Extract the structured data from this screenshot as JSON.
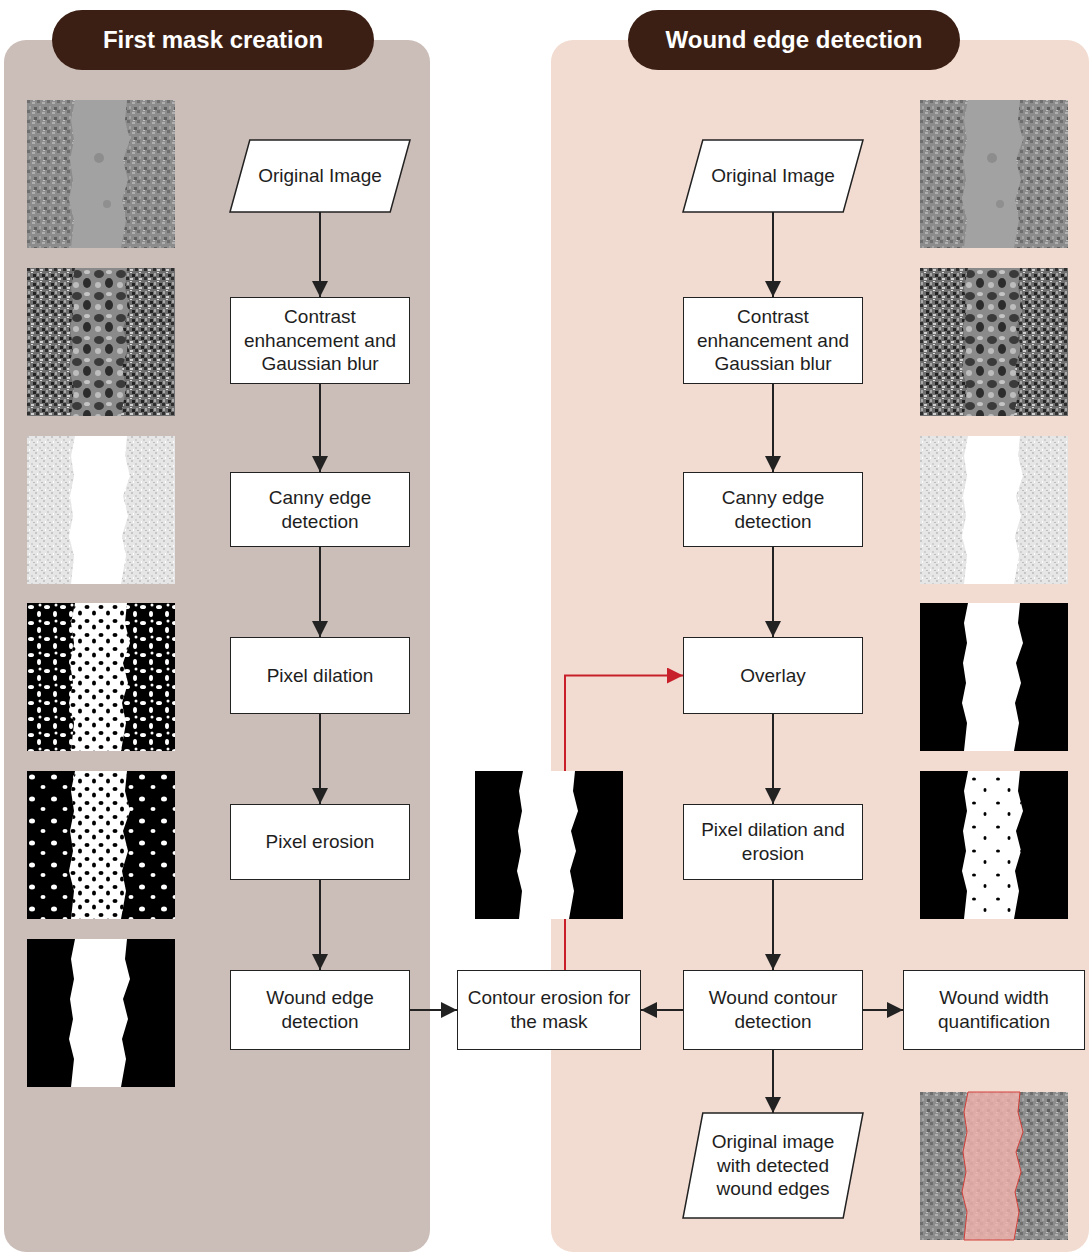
{
  "diagram": {
    "nodes": [
      {
        "text": [
          "First mask creation"
        ]
      },
      {
        "text": [
          "Original Image"
        ],
        "in": 0
      },
      {
        "text": [
          "Contrast enhancement and Gaussian blur"
        ],
        "in": 0
      },
      {
        "text": [
          "Canny edge detection"
        ],
        "in": 0
      },
      {
        "text": [
          "Pixel dilation"
        ],
        "in": 0
      },
      {
        "text": [
          "Pixel erosion"
        ],
        "in": 0
      },
      {
        "text": [
          "Wound edge detection"
        ],
        "in": 0
      },
      {
        "text": [
          "Wound edge detection"
        ]
      },
      {
        "text": [
          "Original Image"
        ],
        "in": 7
      },
      {
        "text": [
          "Contrast enhancement and Gaussian blur"
        ],
        "in": 7
      },
      {
        "text": [
          "Canny edge detection"
        ],
        "in": 7
      },
      {
        "text": [
          "Overlay"
        ],
        "in": 7
      },
      {
        "text": [
          "Pixel dilation and erosion"
        ],
        "in": 7
      },
      {
        "text": [
          "Contour erosion for the mask"
        ]
      },
      {
        "text": [
          "Wound contour detection"
        ],
        "in": 7
      },
      {
        "text": [
          "Wound width quantification"
        ],
        "in": 7
      },
      {
        "text": [
          "Original image with detected wound edges"
        ],
        "in": 7
      }
    ],
    "edges": [
      {
        "from": 1,
        "to": 2,
        "arrow": "to"
      },
      {
        "from": 2,
        "to": 3,
        "arrow": "to"
      },
      {
        "from": 3,
        "to": 4,
        "arrow": "to"
      },
      {
        "from": 4,
        "to": 5,
        "arrow": "to"
      },
      {
        "from": 5,
        "to": 6,
        "arrow": "to"
      },
      {
        "from": 6,
        "to": 13,
        "arrow": "to"
      },
      {
        "from": 8,
        "to": 9,
        "arrow": "to"
      },
      {
        "from": 9,
        "to": 10,
        "arrow": "to"
      },
      {
        "from": 10,
        "to": 11,
        "arrow": "to"
      },
      {
        "from": 11,
        "to": 12,
        "arrow": "to"
      },
      {
        "from": 12,
        "to": 14,
        "arrow": "to"
      },
      {
        "from": 14,
        "to": 13,
        "arrow": "to"
      },
      {
        "from": 13,
        "to": 11,
        "arrow": "to"
      },
      {
        "from": 14,
        "to": 15,
        "arrow": "to"
      },
      {
        "from": 14,
        "to": 16,
        "arrow": "to"
      }
    ]
  }
}
